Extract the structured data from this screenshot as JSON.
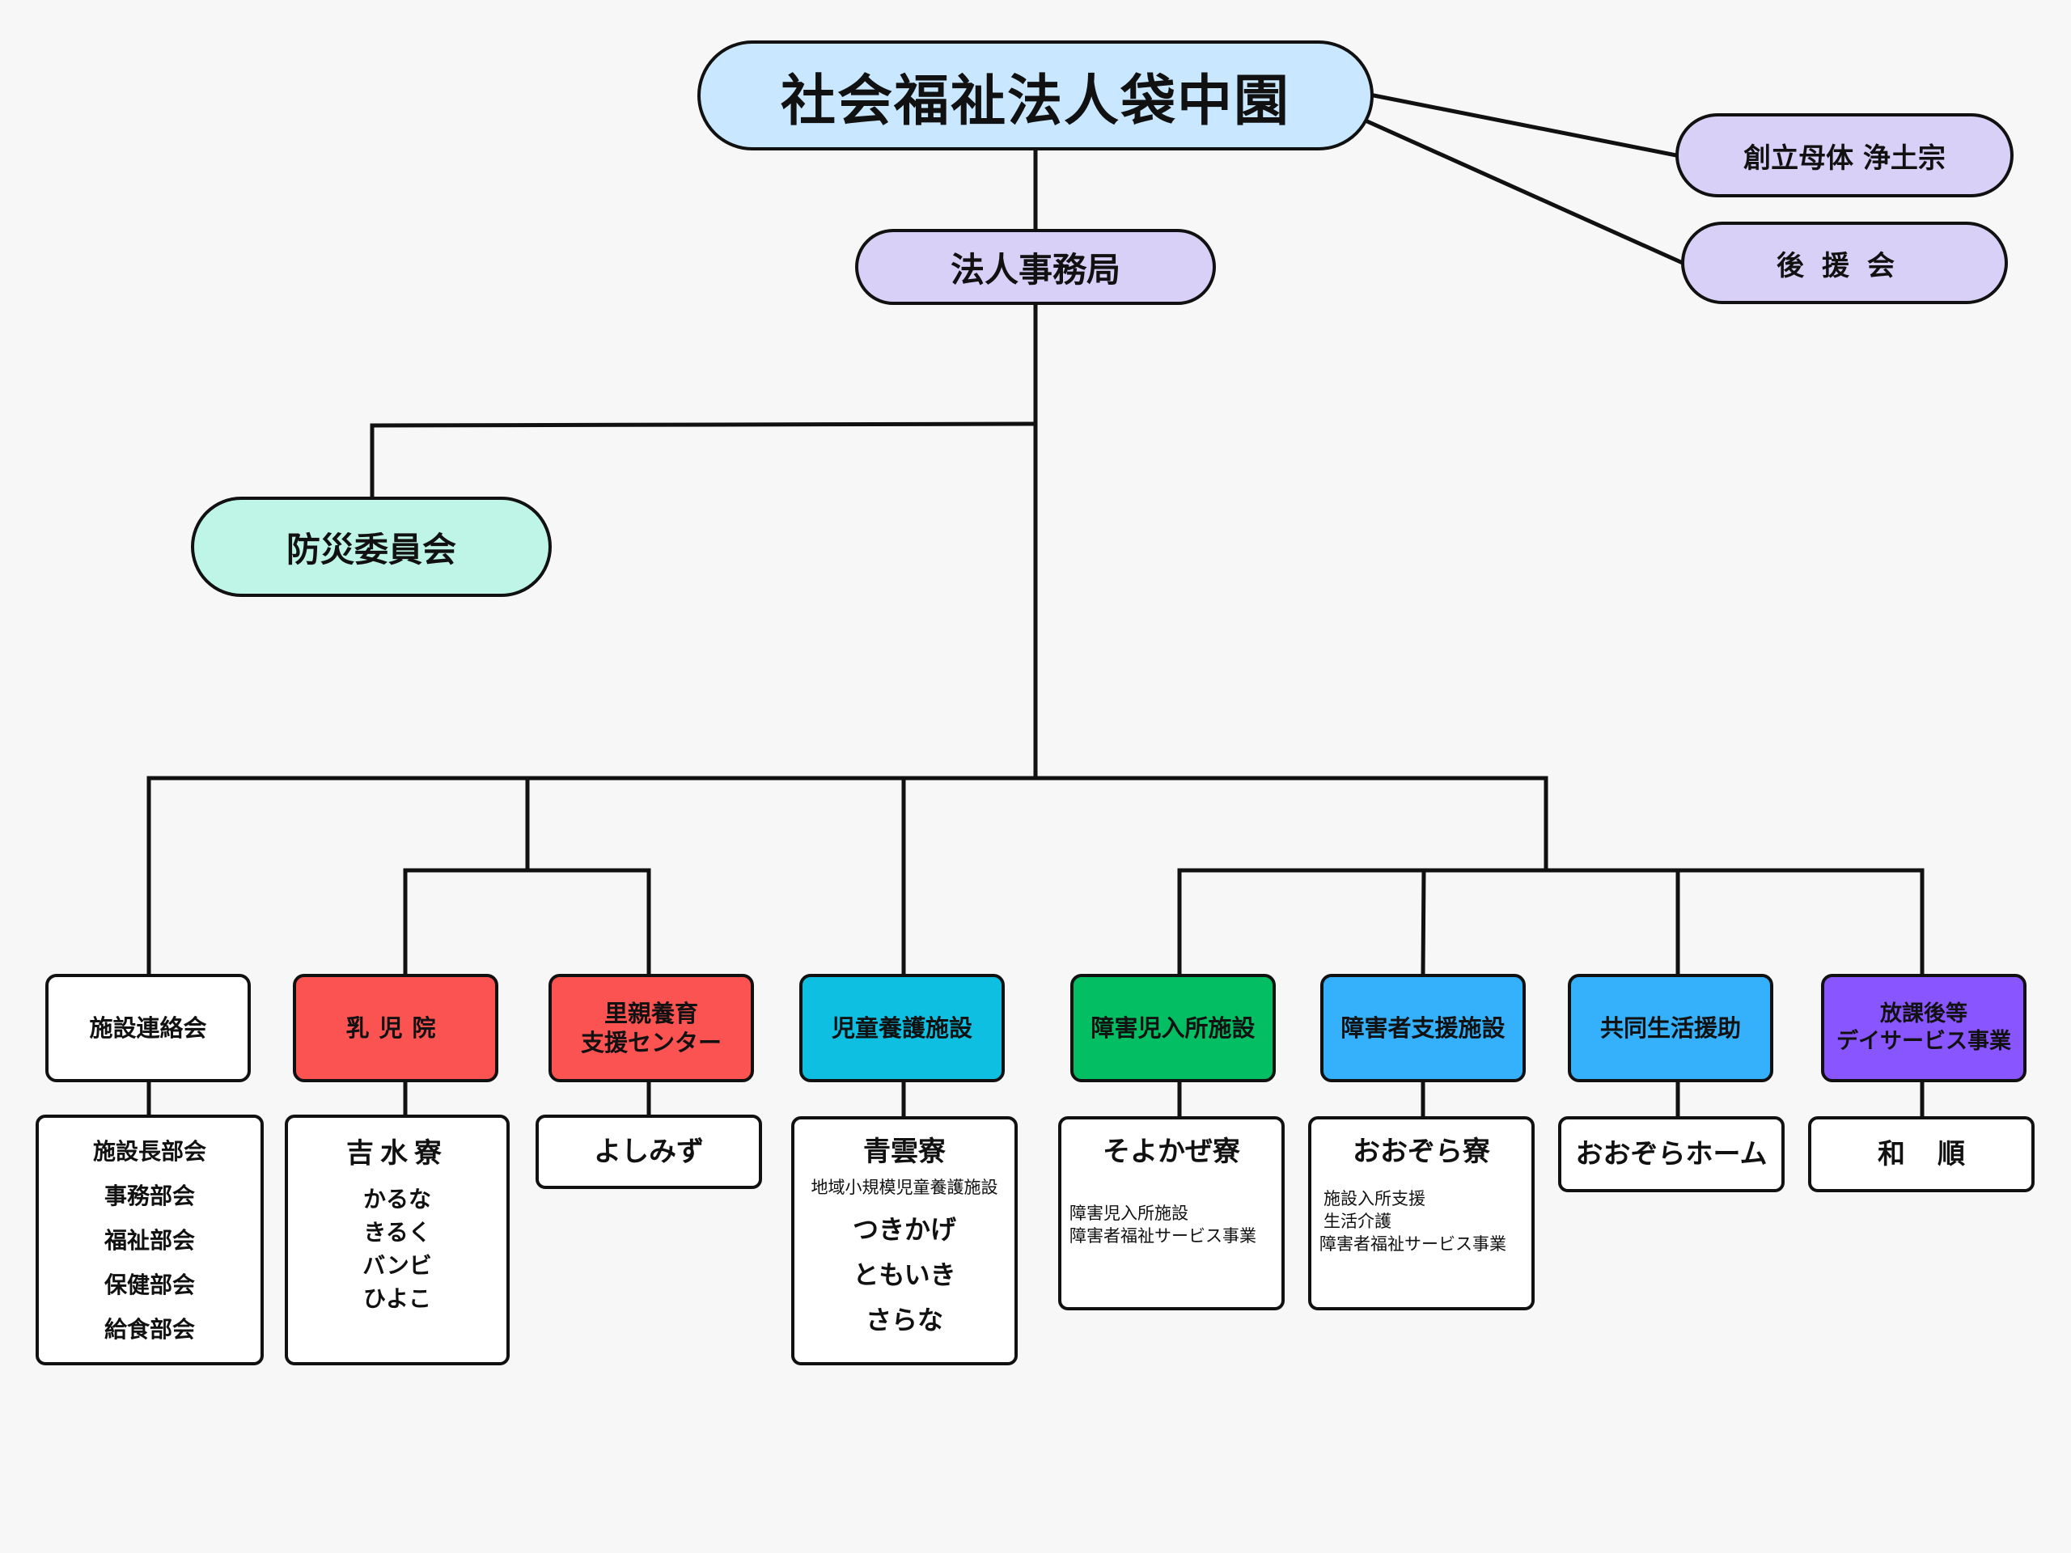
{
  "root": "社会福祉法人袋中園",
  "office": "法人事務局",
  "founder": "創立母体 浄土宗",
  "supporters": "後援会",
  "disaster_committee": "防災委員会",
  "colors": {
    "root": "#c9e8ff",
    "lavender": "#d9d0f7",
    "mint": "#bff5e6",
    "white": "#ffffff",
    "red": "#fb5252",
    "cyan": "#0ebfe1",
    "green": "#03be63",
    "blue": "#35b0fa",
    "purple": "#8855ff"
  },
  "categories": [
    {
      "label": "施設連絡会",
      "color": "#ffffff"
    },
    {
      "label": "乳児院",
      "color": "#fb5252"
    },
    {
      "label_lines": [
        "里親養育",
        "支援センター"
      ],
      "color": "#fb5252"
    },
    {
      "label": "児童養護施設",
      "color": "#0ebfe1"
    },
    {
      "label": "障害児入所施設",
      "color": "#03be63"
    },
    {
      "label": "障害者支援施設",
      "color": "#35b0fa"
    },
    {
      "label": "共同生活援助",
      "color": "#35b0fa"
    },
    {
      "label_lines": [
        "放課後等",
        "デイサービス事業"
      ],
      "color": "#8855ff"
    }
  ],
  "facilities": {
    "liaison": [
      "施設長部会",
      "事務部会",
      "福祉部会",
      "保健部会",
      "給食部会"
    ],
    "infant": {
      "title": "吉水寮",
      "units": [
        "かるな",
        "きるく",
        "バンビ",
        "ひよこ"
      ]
    },
    "foster": {
      "title": "よしみず"
    },
    "childcare": {
      "title": "青雲寮",
      "subtitle": "地域小規模児童養護施設",
      "units": [
        "つきかげ",
        "ともいき",
        "さらな"
      ]
    },
    "disabled_children": {
      "title": "そよかぜ寮",
      "notes": [
        "障害児入所施設",
        "障害者福祉サービス事業"
      ]
    },
    "disabled_adults": {
      "title": "おおぞら寮",
      "notes": [
        "施設入所支援",
        "生活介護",
        "障害者福祉サービス事業"
      ]
    },
    "group_home": {
      "title": "おおぞらホーム"
    },
    "after_school": {
      "title": "和順"
    }
  }
}
